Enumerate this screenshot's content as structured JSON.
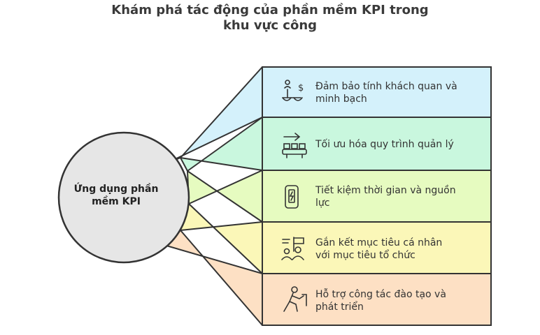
{
  "title": {
    "line1": "Khám phá tác động của phần mềm KPI trong",
    "line2": "khu vực công"
  },
  "hub": {
    "line1": "Ứng dụng phần",
    "line2": "mềm KPI"
  },
  "branches": [
    {
      "line1": "Đảm bảo tính khách quan và",
      "line2": "minh bạch",
      "icon": "balance-scale-dollar-icon",
      "color": "#d4f1fb"
    },
    {
      "line1": "Tối ưu hóa quy trình quản lý",
      "line2": "",
      "icon": "conveyor-process-icon",
      "color": "#c9f7de"
    },
    {
      "line1": "Tiết kiệm thời gian và nguồn",
      "line2": "lực",
      "icon": "phone-battery-icon",
      "color": "#e6fbc0"
    },
    {
      "line1": "Gắn kết mục tiêu cá nhân",
      "line2": "với mục tiêu tổ chức",
      "icon": "goal-flag-people-icon",
      "color": "#fbf7b8"
    },
    {
      "line1": "Hỗ trợ công tác đào tạo và",
      "line2": "phát triển",
      "icon": "person-climbing-icon",
      "color": "#fde0c4"
    }
  ]
}
